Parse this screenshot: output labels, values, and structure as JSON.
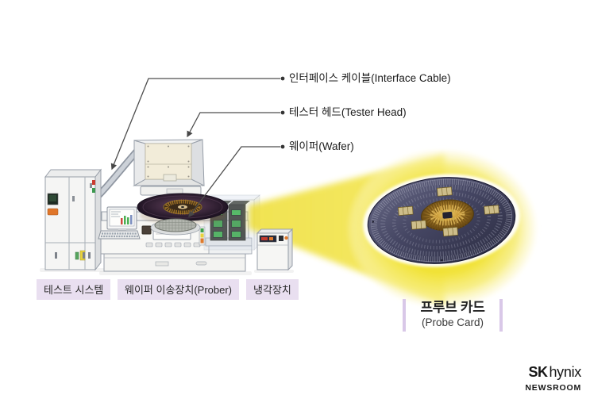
{
  "callouts": [
    {
      "label": "인터페이스 케이블(Interface Cable)"
    },
    {
      "label": "테스터 헤드(Tester Head)"
    },
    {
      "label": "웨이퍼(Wafer)"
    }
  ],
  "equipment_labels": [
    {
      "label": "테스트 시스템"
    },
    {
      "label": "웨이퍼 이송장치(Prober)"
    },
    {
      "label": "냉각장치"
    }
  ],
  "probe_card_label": {
    "title": "프루브 카드",
    "subtitle": "(Probe Card)"
  },
  "brand": {
    "name_bold": "SK",
    "name_regular": "hynix",
    "sub": "NEWSROOM"
  },
  "colors": {
    "chip_bg": "#e9dff0",
    "accent_bar": "#d9c8e8",
    "beam_yellow": "#f2e337",
    "pcb_navy": "#45466300",
    "text_dark": "#1e1e1e"
  }
}
